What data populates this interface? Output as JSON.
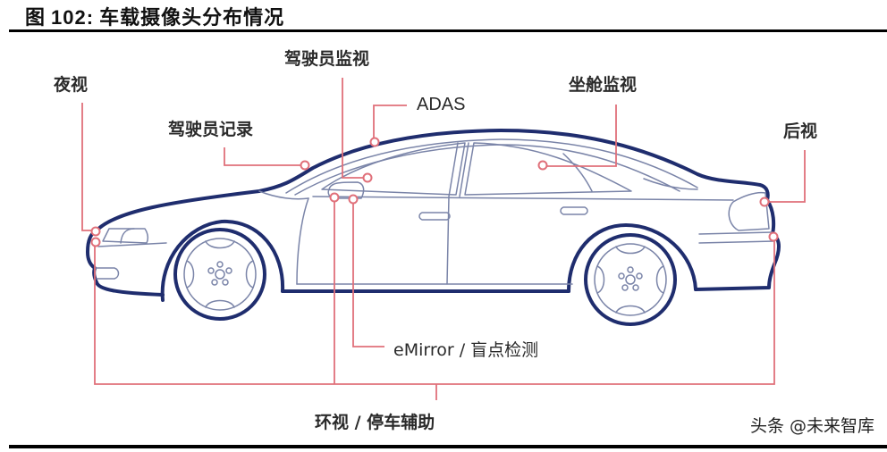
{
  "figure": {
    "prefix": "图",
    "number": "102:",
    "title": "车载摄像头分布情况"
  },
  "labels": {
    "night_vision": "夜视",
    "driver_recording": "驾驶员记录",
    "driver_monitoring": "驾驶员监视",
    "adas": "ADAS",
    "cabin_monitoring": "坐舱监视",
    "rear_view": "后视",
    "emirror_blind_spot": "eMirror / 盲点检测",
    "surround_parking": "环视 / 停车辅助"
  },
  "watermark": "头条 @未来智库",
  "colors": {
    "car_outline": "#1f2d6e",
    "car_detail": "#7a84a8",
    "callout_line": "#e0707a",
    "camera_marker": "#e0707a"
  }
}
